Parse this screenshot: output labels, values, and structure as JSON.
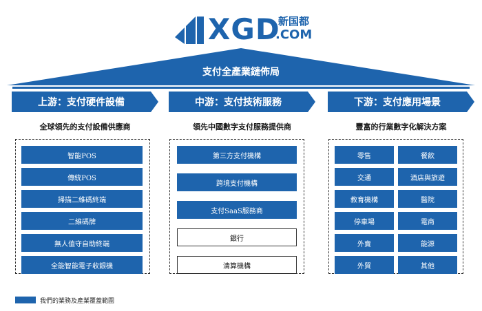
{
  "logo": {
    "name": "XGD",
    "chinese": "新国都",
    "domain": ".COM"
  },
  "roof_title": "支付全產業鏈佈局",
  "colors": {
    "primary": "#1e64ad"
  },
  "columns": [
    {
      "header": "上游：支付硬件設備",
      "subtitle": "全球領先的支付設備供應商",
      "items": [
        "智能POS",
        "傳統POS",
        "掃描二維碼終端",
        "二維碼牌",
        "無人值守自助終端",
        "全能智能電子收銀機"
      ]
    },
    {
      "header": "中游：支付技術服務",
      "subtitle": "領先中國數字支付服務提供商",
      "items": [
        "第三方支付機構",
        "跨境支付機構",
        "支付SaaS服務商"
      ],
      "outline_items": [
        "銀行",
        "清算機構"
      ]
    },
    {
      "header": "下游：支付應用場景",
      "subtitle": "豐富的行業數字化解決方案",
      "items_left": [
        "零售",
        "交通",
        "教育機構",
        "停車場",
        "外賣",
        "外貿"
      ],
      "items_right": [
        "餐飲",
        "酒店與旅遊",
        "醫院",
        "電商",
        "能源",
        "其他"
      ]
    }
  ],
  "legend": "我們的業務及產業覆蓋範圍"
}
